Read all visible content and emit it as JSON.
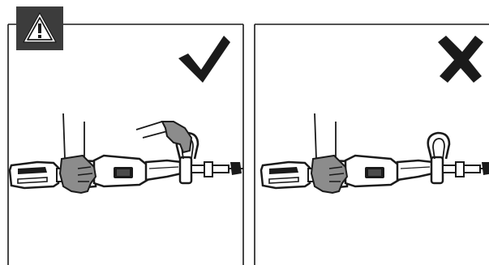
{
  "warning": {
    "icon": "warning-triangle-icon",
    "glyph": "!",
    "badge_color": "#3c3c3c"
  },
  "panels": [
    {
      "id": "correct",
      "verdict": "correct",
      "mark_icon": "checkmark-icon",
      "grip": "two-hands"
    },
    {
      "id": "incorrect",
      "verdict": "incorrect",
      "mark_icon": "cross-icon",
      "grip": "one-hand"
    }
  ],
  "colors": {
    "line": "#1a1a1a",
    "glove": "#8c8c8c",
    "mark": "#1a1a1a",
    "background": "#ffffff"
  }
}
